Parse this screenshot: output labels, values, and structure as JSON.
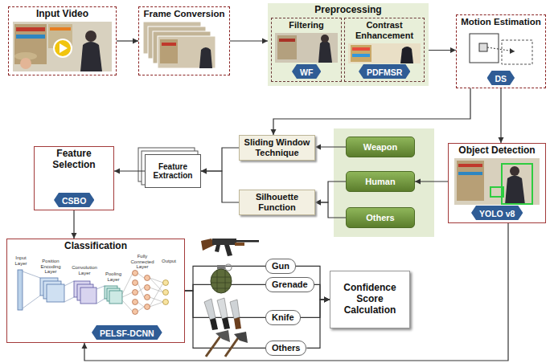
{
  "diagram": {
    "nodes": [
      {
        "text": [
          "Input Video"
        ]
      },
      {
        "text": [
          "Frame Conversion"
        ]
      },
      {
        "text": [
          "Preprocessing"
        ]
      },
      {
        "text": [
          "Filtering"
        ],
        "in": 2
      },
      {
        "text": [
          "WF"
        ],
        "in": 3
      },
      {
        "text": [
          "Contrast Enhancement"
        ],
        "in": 2
      },
      {
        "text": [
          "PDFMSR"
        ],
        "in": 5
      },
      {
        "text": [
          "Motion Estimation"
        ]
      },
      {
        "text": [
          "DS"
        ],
        "in": 7
      },
      {
        "text": [
          "Sliding Window Technique"
        ]
      },
      {
        "text": [
          "Feature Selection"
        ]
      },
      {
        "text": [
          "CSBO"
        ],
        "in": 10
      },
      {
        "text": [
          "Feature Extraction"
        ]
      },
      {
        "text": [
          "Weapon"
        ]
      },
      {
        "text": [
          "Human"
        ]
      },
      {
        "text": [
          "Others"
        ]
      },
      {
        "text": [
          "Silhouette Function"
        ]
      },
      {
        "text": [
          "Object Detection"
        ]
      },
      {
        "text": [
          "YOLO v8"
        ],
        "in": 17
      },
      {
        "text": [
          "Classification"
        ]
      },
      {
        "text": [
          "PELSF-DCNN"
        ],
        "in": 19
      },
      {
        "text": [
          "Gun"
        ]
      },
      {
        "text": [
          "Grenade"
        ]
      },
      {
        "text": [
          "Knife"
        ]
      },
      {
        "text": [
          "Others"
        ]
      },
      {
        "text": [
          "Confidence Score Calculation"
        ]
      }
    ],
    "edges": [
      {
        "from": 0,
        "to": 1,
        "arrow": "to"
      },
      {
        "from": 1,
        "to": 2,
        "arrow": "to"
      },
      {
        "from": 2,
        "to": 7,
        "arrow": "to"
      },
      {
        "from": 7,
        "to": 9,
        "arrow": "to"
      },
      {
        "from": 7,
        "to": 17,
        "arrow": "to"
      },
      {
        "from": 17,
        "to": 14,
        "arrow": "to"
      },
      {
        "from": 13,
        "to": 9,
        "arrow": "to"
      },
      {
        "from": 14,
        "to": 16,
        "arrow": "to"
      },
      {
        "from": 15,
        "to": 16,
        "arrow": "to"
      },
      {
        "from": 9,
        "to": 12,
        "arrow": "to"
      },
      {
        "from": 16,
        "to": 12,
        "arrow": "to"
      },
      {
        "from": 12,
        "to": 10,
        "arrow": "to"
      },
      {
        "from": 10,
        "to": 19,
        "arrow": "to"
      },
      {
        "from": 19,
        "to": 21,
        "arrow": "none"
      },
      {
        "from": 19,
        "to": 22,
        "arrow": "none"
      },
      {
        "from": 19,
        "to": 23,
        "arrow": "none"
      },
      {
        "from": 19,
        "to": 24,
        "arrow": "none"
      },
      {
        "from": 21,
        "to": 25,
        "arrow": "to"
      },
      {
        "from": 22,
        "to": 25,
        "arrow": "to"
      },
      {
        "from": 23,
        "to": 25,
        "arrow": "to"
      },
      {
        "from": 24,
        "to": 25,
        "arrow": "to"
      },
      {
        "from": 17,
        "to": 19,
        "arrow": "to"
      }
    ],
    "labels": [
      "Input Layer",
      "Position Encoding Layer",
      "Convolution Layer",
      "Pooling Layer",
      "Fully Connected Layer",
      "Output"
    ]
  }
}
